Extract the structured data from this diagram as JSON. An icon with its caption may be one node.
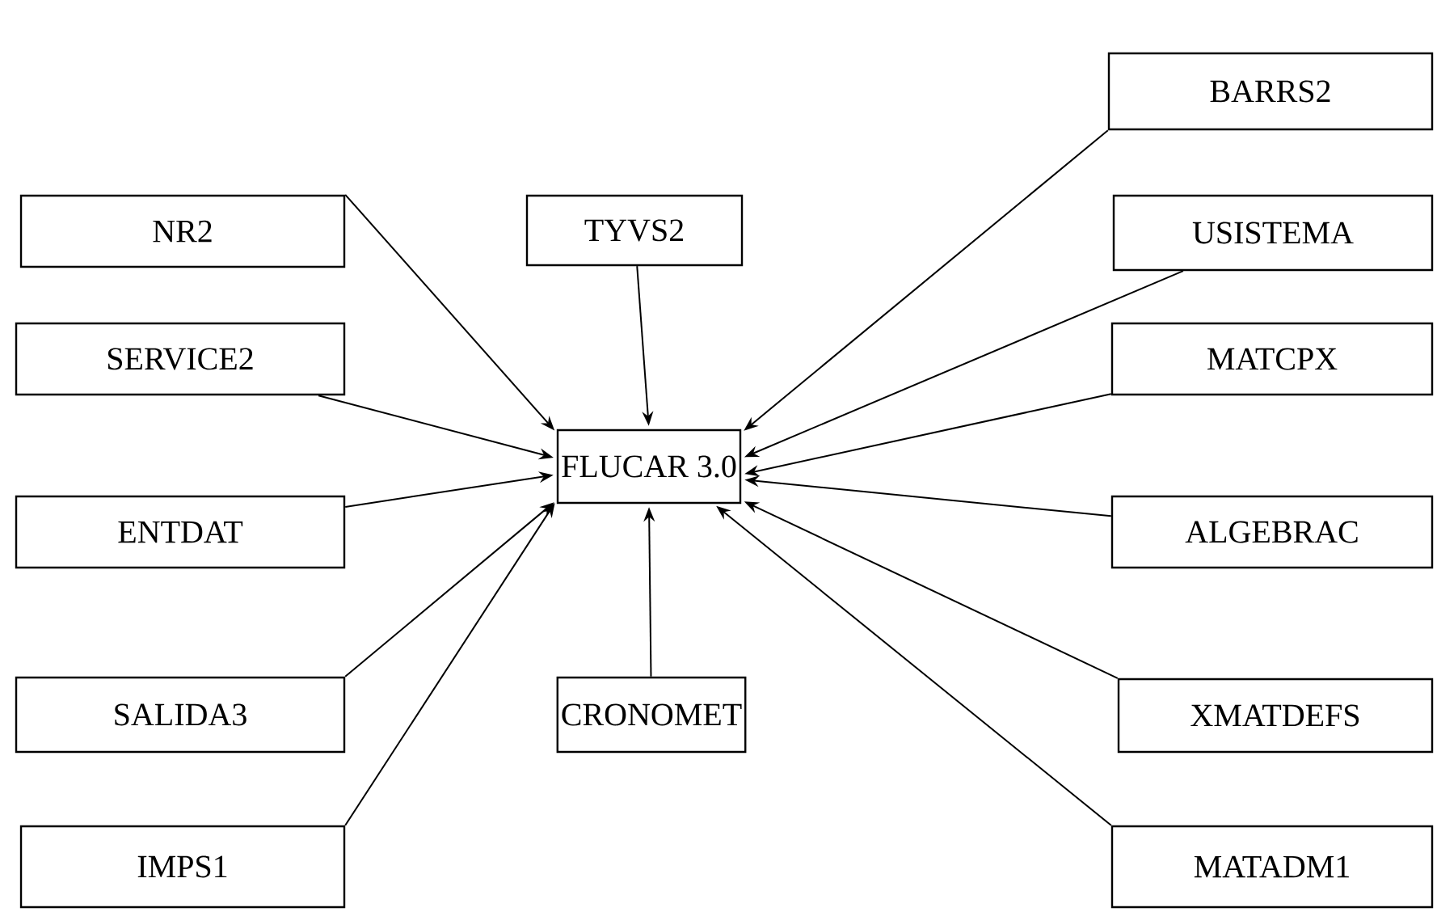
{
  "diagram": {
    "nodes": [
      {
        "text": [
          "FLUCAR 3.0"
        ]
      },
      {
        "text": [
          "NR2"
        ]
      },
      {
        "text": [
          "TYVS2"
        ]
      },
      {
        "text": [
          "BARRS2"
        ]
      },
      {
        "text": [
          "SERVICE2"
        ]
      },
      {
        "text": [
          "USISTEMA"
        ]
      },
      {
        "text": [
          "MATCPX"
        ]
      },
      {
        "text": [
          "ENTDAT"
        ]
      },
      {
        "text": [
          "ALGEBRAC"
        ]
      },
      {
        "text": [
          "SALIDA3"
        ]
      },
      {
        "text": [
          "CRONOMET"
        ]
      },
      {
        "text": [
          "XMATDEFS"
        ]
      },
      {
        "text": [
          "IMPS1"
        ]
      },
      {
        "text": [
          "MATADM1"
        ]
      }
    ],
    "edges": [
      {
        "from": 1,
        "to": 0,
        "arrow": "to"
      },
      {
        "from": 2,
        "to": 0,
        "arrow": "to"
      },
      {
        "from": 3,
        "to": 0,
        "arrow": "to"
      },
      {
        "from": 4,
        "to": 0,
        "arrow": "to"
      },
      {
        "from": 5,
        "to": 0,
        "arrow": "to"
      },
      {
        "from": 6,
        "to": 0,
        "arrow": "to"
      },
      {
        "from": 7,
        "to": 0,
        "arrow": "to"
      },
      {
        "from": 8,
        "to": 0,
        "arrow": "to"
      },
      {
        "from": 9,
        "to": 0,
        "arrow": "to"
      },
      {
        "from": 10,
        "to": 0,
        "arrow": "to"
      },
      {
        "from": 11,
        "to": 0,
        "arrow": "to"
      },
      {
        "from": 12,
        "to": 0,
        "arrow": "to"
      },
      {
        "from": 13,
        "to": 0,
        "arrow": "to"
      }
    ]
  }
}
